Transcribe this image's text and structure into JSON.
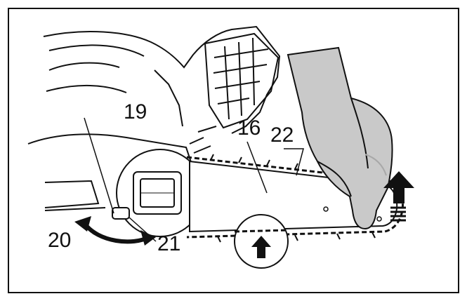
{
  "labels": {
    "guide_bar": "16",
    "tension_knob": "19",
    "turn_direction": "20",
    "sprocket_cover_lever": "21",
    "saw_chain": "22"
  },
  "colors": {
    "line": "#111111",
    "glove": "#c9c9c9",
    "glove_shadow": "#a8a8a8",
    "background": "#ffffff"
  },
  "icons": {
    "lift_arrow": "up-arrow-icon",
    "pull_arrow": "up-arrow-icon",
    "rotation": "curved-double-arrow-icon"
  }
}
